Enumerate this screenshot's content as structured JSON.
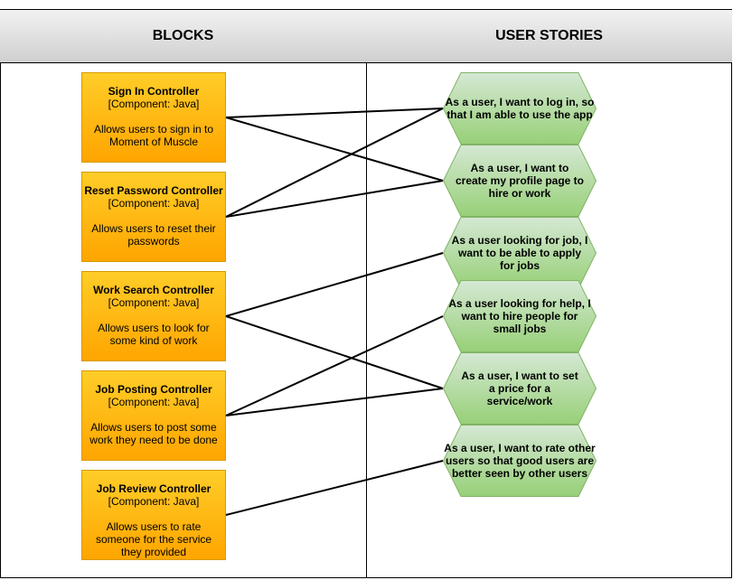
{
  "headers": {
    "blocks": "BLOCKS",
    "stories": "USER STORIES"
  },
  "colors": {
    "block_fill_top": "#ffcd28",
    "block_fill_bottom": "#ffa500",
    "block_border": "#d79b00",
    "story_fill_top": "#d5e8d4",
    "story_fill_bottom": "#97d077",
    "story_border": "#82b366"
  },
  "blocks": [
    {
      "title": "Sign In Controller",
      "component": "[Component: Java]",
      "description": "Allows users to sign in to Moment of Muscle"
    },
    {
      "title": "Reset Password Controller",
      "component": "[Component: Java]",
      "description": "Allows users to reset their passwords"
    },
    {
      "title": "Work Search Controller",
      "component": "[Component: Java]",
      "description": "Allows users to look for some kind of work"
    },
    {
      "title": "Job Posting Controller",
      "component": "[Component: Java]",
      "description": "Allows users to post some work they need to be done"
    },
    {
      "title": "Job Review Controller",
      "component": "[Component: Java]",
      "description": "Allows users to rate someone for the service they provided"
    }
  ],
  "stories": [
    {
      "text": "As a user, I want to log in, so that I am able to use the app"
    },
    {
      "text": "As a user, I want to create my profile page to hire or work"
    },
    {
      "text": "As a user looking for job, I want to be able to apply for jobs"
    },
    {
      "text": "As a user looking for help, I want to hire people for small jobs"
    },
    {
      "text": "As a user, I want to set a price for a service/work"
    },
    {
      "text": "As a user, I want to rate other users so that good users are better seen by other users"
    }
  ],
  "links": [
    {
      "block": 0,
      "story": 0
    },
    {
      "block": 0,
      "story": 1
    },
    {
      "block": 1,
      "story": 0
    },
    {
      "block": 1,
      "story": 1
    },
    {
      "block": 2,
      "story": 2
    },
    {
      "block": 2,
      "story": 4
    },
    {
      "block": 3,
      "story": 3
    },
    {
      "block": 3,
      "story": 4
    },
    {
      "block": 4,
      "story": 5
    }
  ]
}
